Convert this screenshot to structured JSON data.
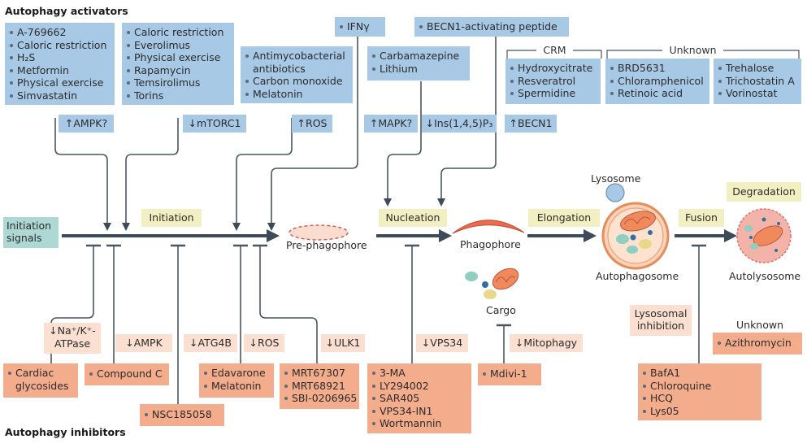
{
  "headings": {
    "activators": "Autophagy activators",
    "inhibitors": "Autophagy inhibitors"
  },
  "activators": {
    "ampk_group": [
      "A-769662",
      "Caloric restriction",
      "H₂S",
      "Metformin",
      "Physical exercise",
      "Simvastatin"
    ],
    "mtorc1_group": [
      "Caloric restriction",
      "Everolimus",
      "Physical exercise",
      "Rapamycin",
      "Temsirolimus",
      "Torins"
    ],
    "ros_group": [
      "Antimycobacterial antibiotics",
      "Carbon monoxide",
      "Melatonin"
    ],
    "ifn": "IFNγ",
    "mapk_group": [
      "Carbamazepine",
      "Lithium"
    ],
    "becn1_peptide": "BECN1-activating peptide",
    "crm_label": "CRM",
    "crm_group": [
      "Hydroxycitrate",
      "Resveratrol",
      "Spermidine"
    ],
    "unknown_label": "Unknown",
    "unknown_group1": [
      "BRD5631",
      "Chloramphenicol",
      "Retinoic acid"
    ],
    "unknown_group2": [
      "Trehalose",
      "Trichostatin A",
      "Vorinostat"
    ]
  },
  "targets_up": {
    "ampk": "↑AMPK?",
    "mtorc1": "↓mTORC1",
    "ros": "↑ROS",
    "mapk": "↑MAPK?",
    "ins": "↓Ins(1,4,5)P₃",
    "becn1": "↑BECN1"
  },
  "pathway": {
    "initiation_signals": "Initiation signals",
    "initiation": "Initiation",
    "pre_phagophore": "Pre-phagophore",
    "nucleation": "Nucleation",
    "phagophore": "Phagophore",
    "elongation": "Elongation",
    "lysosome": "Lysosome",
    "autophagosome": "Autophagosome",
    "fusion": "Fusion",
    "degradation": "Degradation",
    "autolysosome": "Autolysosome",
    "cargo": "Cargo"
  },
  "targets_down": {
    "atpase": "↓Na⁺/K⁺-ATPase",
    "ampk": "↓AMPK",
    "atg4b": "↓ATG4B",
    "ros": "↓ROS",
    "ulk1": "↓ULK1",
    "vps34": "↓VPS34",
    "mitophagy": "↓Mitophagy",
    "lysosomal_inhibition": "Lysosomal inhibition",
    "unknown": "Unknown"
  },
  "inhibitors": {
    "cardiac": [
      "Cardiac glycosides"
    ],
    "compound_c": [
      "Compound C"
    ],
    "nsc": [
      "NSC185058"
    ],
    "edavarone_group": [
      "Edavarone",
      "Melatonin"
    ],
    "mrt_group": [
      "MRT67307",
      "MRT68921",
      "SBI-0206965"
    ],
    "vps34_group": [
      "3-MA",
      "LY294002",
      "SAR405",
      "VPS34-IN1",
      "Wortmannin"
    ],
    "mdivi": [
      "Mdivi-1"
    ],
    "lysosomal_group": [
      "BafA1",
      "Chloroquine",
      "HCQ",
      "Lys05"
    ],
    "azithro": [
      "Azithromycin"
    ]
  },
  "colors": {
    "activator_box": "#a7c9e6",
    "inhibitor_box": "#f4ad8c",
    "target_box_light": "#fbdfd0",
    "stage_box": "#f2efc3",
    "signal_box": "#aed8d4",
    "arrow": "#3d4a57"
  }
}
